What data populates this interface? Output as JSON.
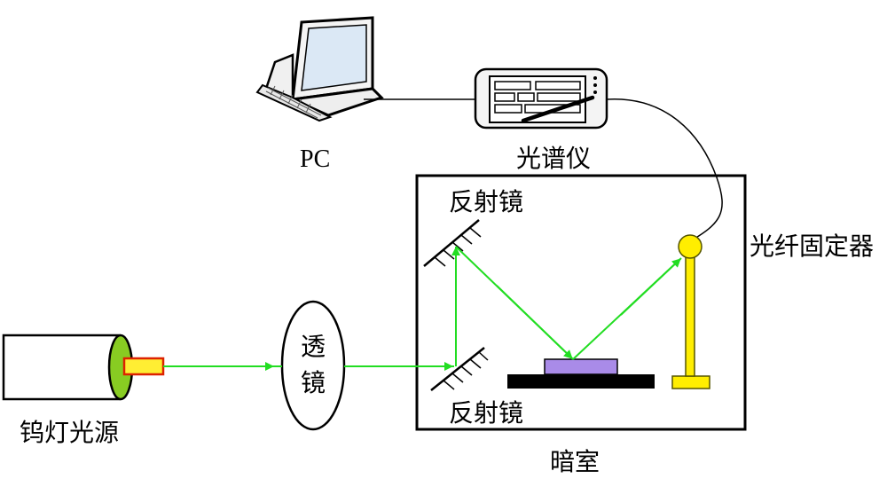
{
  "labels": {
    "pc": "PC",
    "spectrometer": "光谱仪",
    "mirror_top": "反射镜",
    "mirror_bottom": "反射镜",
    "fiber_holder": "光纤固定器",
    "lens_line1": "透",
    "lens_line2": "镜",
    "lamp": "钨灯光源",
    "darkroom": "暗室"
  },
  "colors": {
    "beam": "#22dd22",
    "lamp_face": "#88cc22",
    "lamp_bulb": "#ffee33",
    "lamp_bulb_border": "#dd2200",
    "sample": "#a98be8",
    "stage": "#000000",
    "fiber_holder": "#ffee00",
    "fiber_holder_border": "#555500",
    "laptop_screen": "#dbe8f5"
  },
  "icons": {
    "computer": "laptop-icon",
    "spectrometer": "spectrometer-icon",
    "lamp": "tungsten-lamp-icon",
    "lens": "lens-icon",
    "mirror": "mirror-icon"
  }
}
